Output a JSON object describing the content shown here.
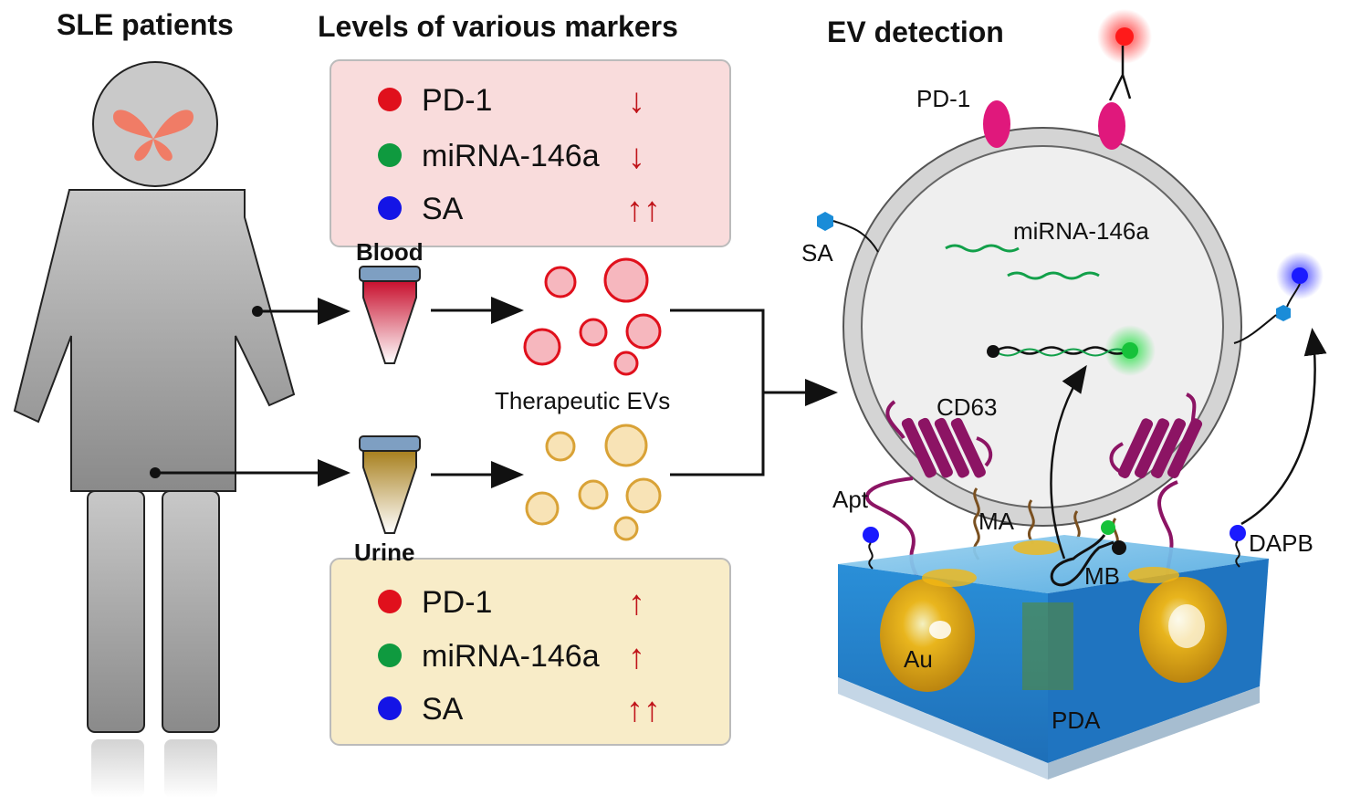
{
  "titles": {
    "patients": "SLE patients",
    "markers": "Levels of various markers",
    "detection": "EV detection"
  },
  "colors": {
    "pd1": "#e0101c",
    "mirna": "#0f9a3f",
    "sa": "#1414e6",
    "blood_box": "#f9dcdc",
    "urine_box": "#f8ecc8",
    "arrow_red": "#c0141a",
    "pd1_protein": "#e0187c",
    "cd63": "#8c1464"
  },
  "blood_markers": [
    {
      "name": "PD-1",
      "trend": "↓",
      "color_key": "pd1"
    },
    {
      "name": "miRNA-146a",
      "trend": "↓",
      "color_key": "mirna"
    },
    {
      "name": "SA",
      "trend": "↑↑",
      "color_key": "sa"
    }
  ],
  "urine_markers": [
    {
      "name": "PD-1",
      "trend": "↑",
      "color_key": "pd1"
    },
    {
      "name": "miRNA-146a",
      "trend": "↑",
      "color_key": "mirna"
    },
    {
      "name": "SA",
      "trend": "↑↑",
      "color_key": "sa"
    }
  ],
  "samples": {
    "blood": "Blood",
    "urine": "Urine",
    "evs": "Therapeutic EVs"
  },
  "detection_labels": {
    "pd1": "PD-1",
    "sa": "SA",
    "mirna": "miRNA-146a",
    "cd63": "CD63",
    "apt": "Apt",
    "ma": "MA",
    "mb": "MB",
    "dapb": "DAPB",
    "au": "Au",
    "pda": "PDA"
  }
}
